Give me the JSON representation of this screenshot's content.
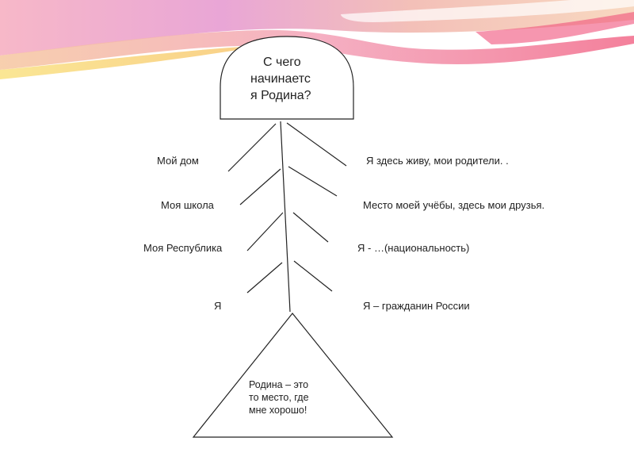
{
  "head_lines": [
    "С чего",
    "начинаетс",
    "я Родина?"
  ],
  "left_labels": {
    "l1": "Мой дом",
    "l2": "Моя школа",
    "l3": "Моя Республика",
    "l4": "Я"
  },
  "right_labels": {
    "r1": "Я здесь живу, мои родители. .",
    "r2": "Место моей учёбы, здесь мои друзья.",
    "r3": "Я - …(национальность)",
    "r4": "Я – гражданин России"
  },
  "tail_lines": [
    "Родина – это",
    "то место, где",
    "мне хорошо!"
  ]
}
